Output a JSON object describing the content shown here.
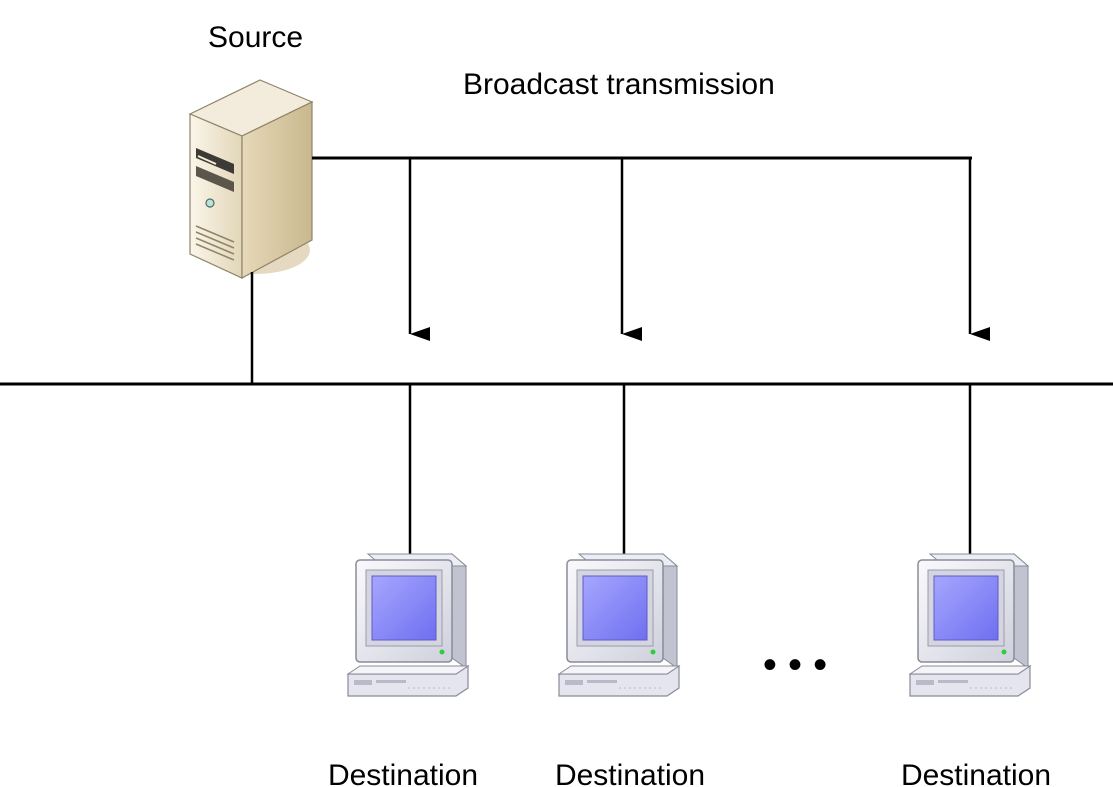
{
  "source": {
    "label": "Source",
    "icon": "server-icon"
  },
  "broadcast": {
    "label": "Broadcast transmission"
  },
  "destinations": [
    {
      "label": "Destination",
      "icon": "desktop-computer-icon"
    },
    {
      "label": "Destination",
      "icon": "desktop-computer-icon"
    },
    {
      "label": "Destination",
      "icon": "desktop-computer-icon"
    }
  ],
  "ellipsis": "• • •",
  "colors": {
    "line": "#000000",
    "server_body": "#efe6d2",
    "server_shadow": "#d8c9a6",
    "monitor_frame": "#e6e6ee",
    "screen": "#8c8cf8",
    "power_led": "#2ecc40"
  }
}
